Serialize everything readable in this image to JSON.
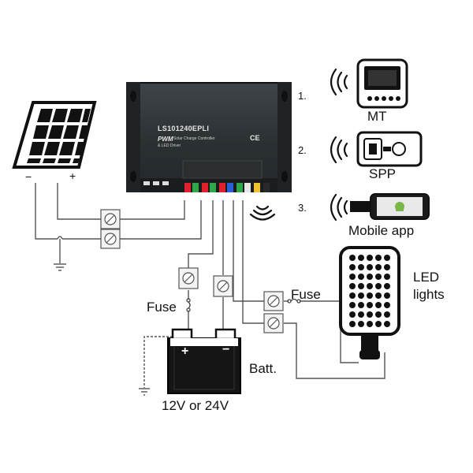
{
  "controller": {
    "model": "LS101240EPLI",
    "pwm": "PWM",
    "subtitle": "Solar Charge Controller",
    "subtitle2": "& LED Driver",
    "ce": "CE"
  },
  "devices": [
    {
      "number": "1.",
      "label": "MT",
      "icon": "meter-device-icon"
    },
    {
      "number": "2.",
      "label": "SPP",
      "icon": "spp-dongle-icon"
    },
    {
      "number": "3.",
      "label": "Mobile app",
      "icon": "android-phone-icon"
    }
  ],
  "panel": {
    "minus": "−",
    "plus": "+"
  },
  "battery": {
    "plus": "+",
    "minus": "−",
    "label": "Batt.",
    "voltage": "12V or 24V"
  },
  "fuses": {
    "battery_fuse": "Fuse",
    "load_fuse": "Fuse"
  },
  "load": {
    "label_line1": "LED",
    "label_line2": "lights"
  },
  "colors": {
    "controller": "#2b3033",
    "wire": "#555555",
    "terminal_red": "#e0202a",
    "terminal_green": "#2fa84a",
    "terminal_blue": "#2a5fd6"
  }
}
